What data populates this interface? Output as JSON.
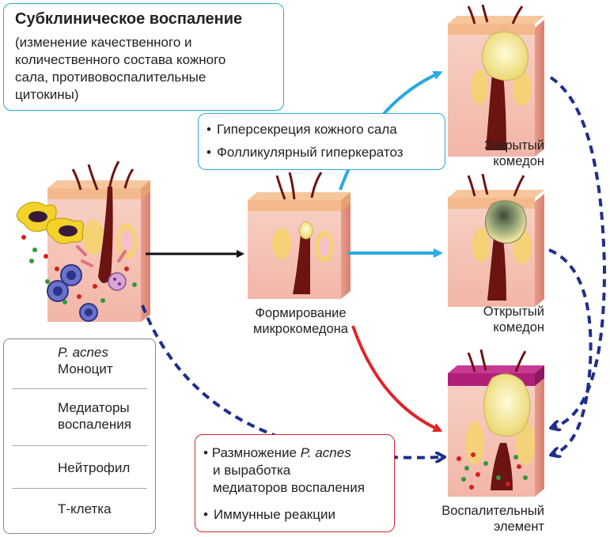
{
  "subclinical": {
    "title": "Субклиническое воспаление",
    "lines": [
      "(изменение качественного и",
      "количественного состава кожного",
      "сала, противовоспалительные",
      "цитокины)"
    ]
  },
  "hyper_box": {
    "items": [
      "Гиперсекреция кожного сала",
      "Фолликулярный гиперкератоз"
    ]
  },
  "inflam_box": {
    "item1_prefix": "Размножение ",
    "item1_em": "P. acnes",
    "item1_rest1": "и выработка",
    "item1_rest2": "медиаторов воспаления",
    "item2": "Иммунные реакции"
  },
  "labels": {
    "micro_1": "Формирование",
    "micro_2": "микрокомедона",
    "closed_1": "Закрытый",
    "closed_2": "комедон",
    "open_1": "Открытый",
    "open_2": "комедон",
    "inflam_1": "Воспалительный",
    "inflam_2": "элемент"
  },
  "legend": {
    "pacnes": "P. acnes",
    "monocyte": "Моноцит",
    "mediators_1": "Медиаторы",
    "mediators_2": "воспаления",
    "neutrophil": "Нейтрофил",
    "tcell": "Т-клетка"
  },
  "colors": {
    "cyan_border": "#29a9e0",
    "red_border": "#d9232a",
    "legend_border": "#888888",
    "skin_top": "#f3b98c",
    "skin_body": "#f7c9bd",
    "hair": "#6b1412",
    "sebum": "#f7eaa0",
    "blue_arrow": "#2a8fd8",
    "navy_dash": "#1f2e8a",
    "red_arrow": "#e0242a",
    "black_arrow": "#111111"
  }
}
